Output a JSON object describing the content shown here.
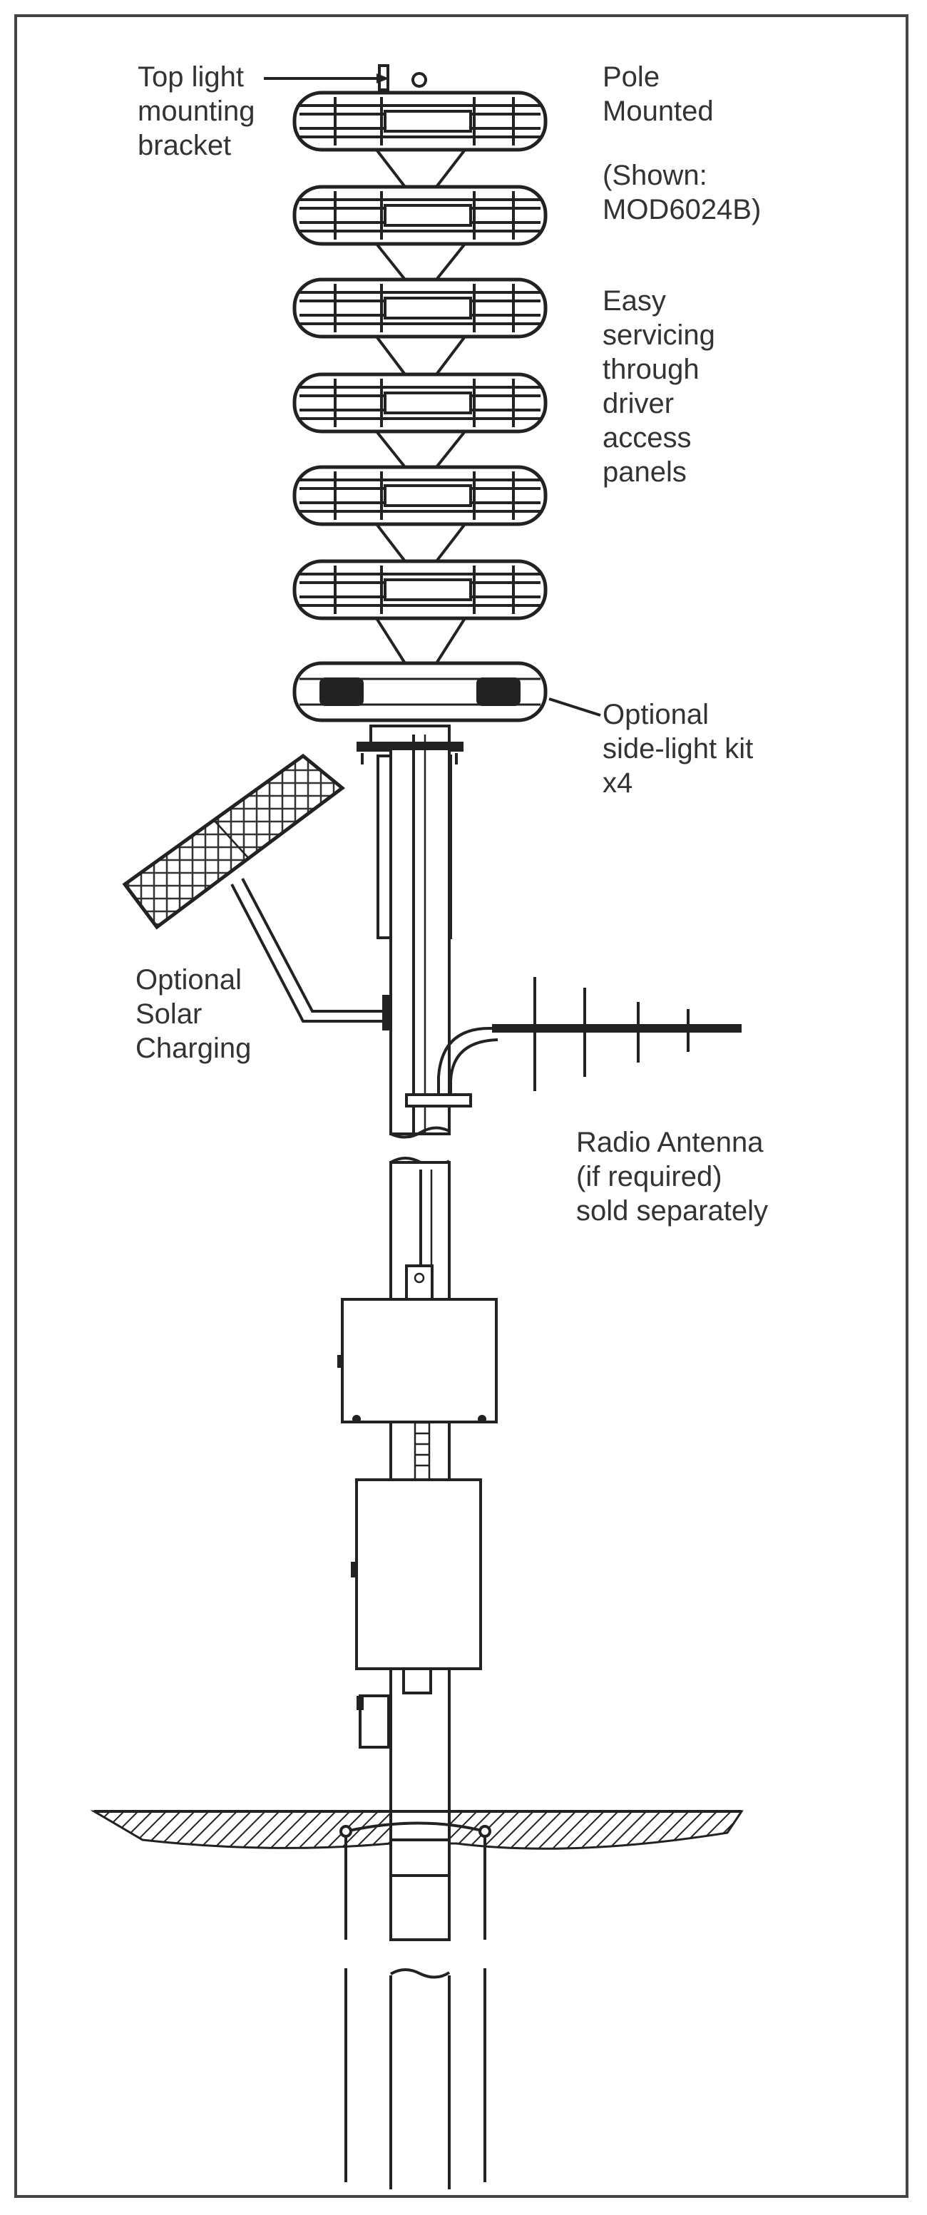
{
  "labels": {
    "top_bracket": "Top light\nmounting\nbracket",
    "pole_mounted": "Pole\nMounted",
    "shown_model": "(Shown:\nMOD6024B)",
    "easy_servicing": "Easy\nservicing\nthrough\ndriver\naccess\npanels",
    "side_light": "Optional\nside-light kit\nx4",
    "solar": "Optional\nSolar\nCharging",
    "antenna": "Radio Antenna\n(if required)\nsold separately"
  },
  "colors": {
    "line": "#222222",
    "text": "#333333",
    "frame": "#444444"
  },
  "light_modules": 7
}
